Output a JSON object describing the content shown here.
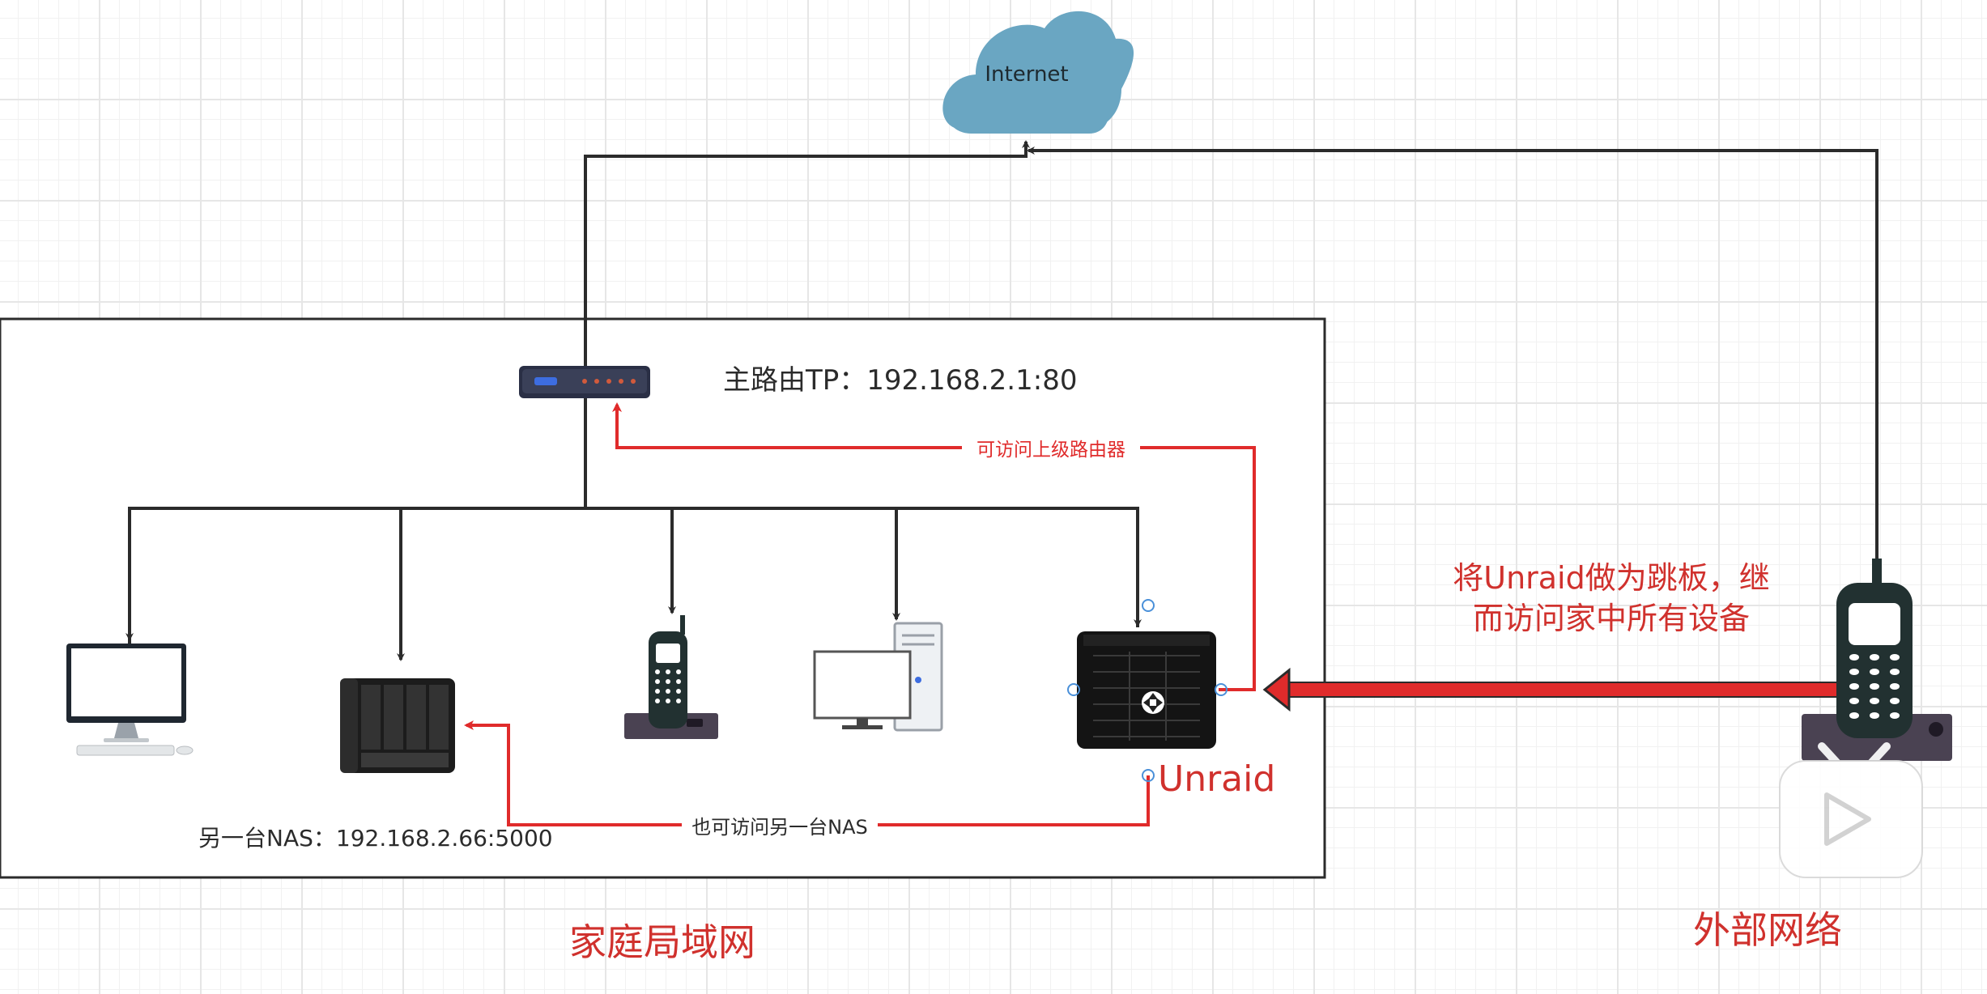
{
  "internet_label": "Internet",
  "router_label": "主路由TP：192.168.2.1:80",
  "nas_label": "另一台NAS：192.168.2.66:5000",
  "unraid_label": "Unraid",
  "upper_router_edge_label": "可访问上级路由器",
  "other_nas_edge_label": "也可访问另一台NAS",
  "jump_note_line1": "将Unraid做为跳板，继",
  "jump_note_line2": "而访问家中所有设备",
  "lan_title": "家庭局域网",
  "external_title": "外部网络",
  "colors": {
    "cloud": "#6aa6c2",
    "red": "#e02b2b",
    "line": "#2b2b2b",
    "device_dark": "#1f2a2a",
    "grid": "#e6e6e6"
  }
}
